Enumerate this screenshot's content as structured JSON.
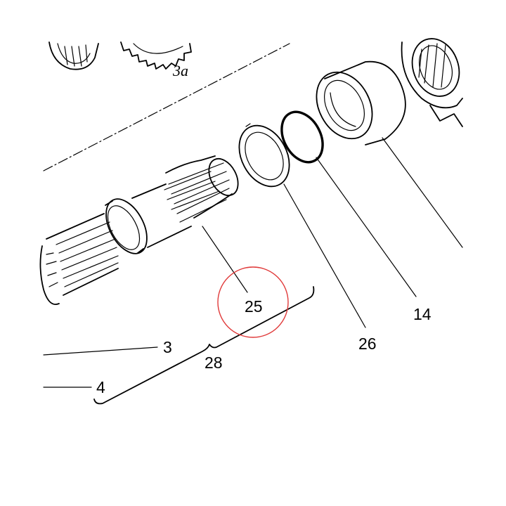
{
  "labels": {
    "part_25": "25",
    "part_26": "26",
    "part_14": "14",
    "part_3": "3",
    "part_4": "4",
    "part_28": "28",
    "gear_3a": "3a"
  },
  "colors": {
    "ink": "#000000",
    "highlight": "#e03a3a",
    "background": "#ffffff"
  }
}
